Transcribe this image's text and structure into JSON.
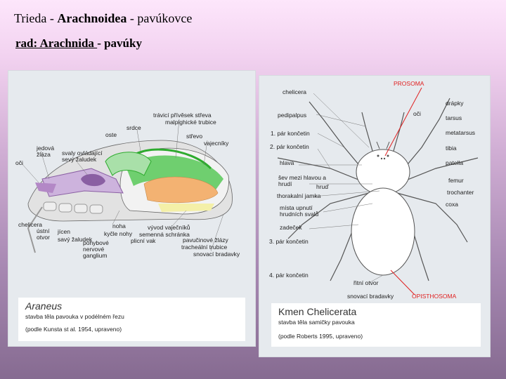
{
  "title": {
    "prefix": "Trieda - ",
    "bold": "Arachnoidea",
    "suffix": " - pavúkovce"
  },
  "subtitle": {
    "underlined": "rad: Arachnida ",
    "rest": "- pavúky"
  },
  "left_figure": {
    "labels": {
      "trevici": "trávicí přívěsek střeva",
      "malpighi": "malpighické trubice",
      "srdce": "srdce",
      "oste": "oste",
      "strevo": "střevo",
      "vajecniky": "vajecníky",
      "jedova": "jedová žláza",
      "svaly": "svaly ovládající sevý žaludek",
      "oci": "oči",
      "chelicera": "chelicera",
      "ustni": "ústní otvor",
      "jicen": "jícen",
      "savy": "savý žaludek",
      "pohybove": "pohybové nervové ganglium",
      "noha": "noha",
      "kycle": "kyčle nohy",
      "vyvod": "vývod vaječníků",
      "semenna": "semenná schránka",
      "plicni": "plicní vak",
      "pavucinove": "pavučinové žlázy",
      "tracheal": "tracheální trubice",
      "snovaci": "snovací bradavky"
    },
    "card": {
      "title": "Araneus",
      "line1": "stavba těla pavouka v podélném řezu",
      "line2": "(podle Kunsta st al. 1954, upraveno)"
    }
  },
  "right_figure": {
    "labels": {
      "prosoma": "PROSOMA",
      "chelicera": "chelicera",
      "drapky": "drápky",
      "oci": "oči",
      "pedipalpus": "pedipalpus",
      "tarsus": "tarsus",
      "pk1": "1. pár končetin",
      "metatarsus": "metatarsus",
      "pk2": "2. pár končetin",
      "tibia": "tibia",
      "hlava": "hlava",
      "patella": "patella",
      "sev": "šev mezi hlavou a hrudí",
      "femur": "femur",
      "hrud": "hruď",
      "trochanter": "trochanter",
      "thorakalni": "thorakalní jamka",
      "coxa": "coxa",
      "mista": "místa upnutí hrudních svalů",
      "zadecek": "zadeček",
      "pk3": "3. pár končetin",
      "pk4": "4. pár končetin",
      "ritni": "řitní otvor",
      "snovaci": "snovací bradavky",
      "opisthosoma": "OPISTHOSOMA"
    },
    "card": {
      "title": "Kmen Chelicerata",
      "line1": "stavba těla samičky pavouka",
      "line2": "(podle Roberts 1995, upraveno)"
    }
  },
  "colors": {
    "label_red": "#e02020",
    "panel": "#e6eaee",
    "digestive_green": "#2eab2e",
    "gut_orange": "#f3b272",
    "nerve_purple": "#b388c6",
    "silk_yellow": "#f4f0a8"
  }
}
